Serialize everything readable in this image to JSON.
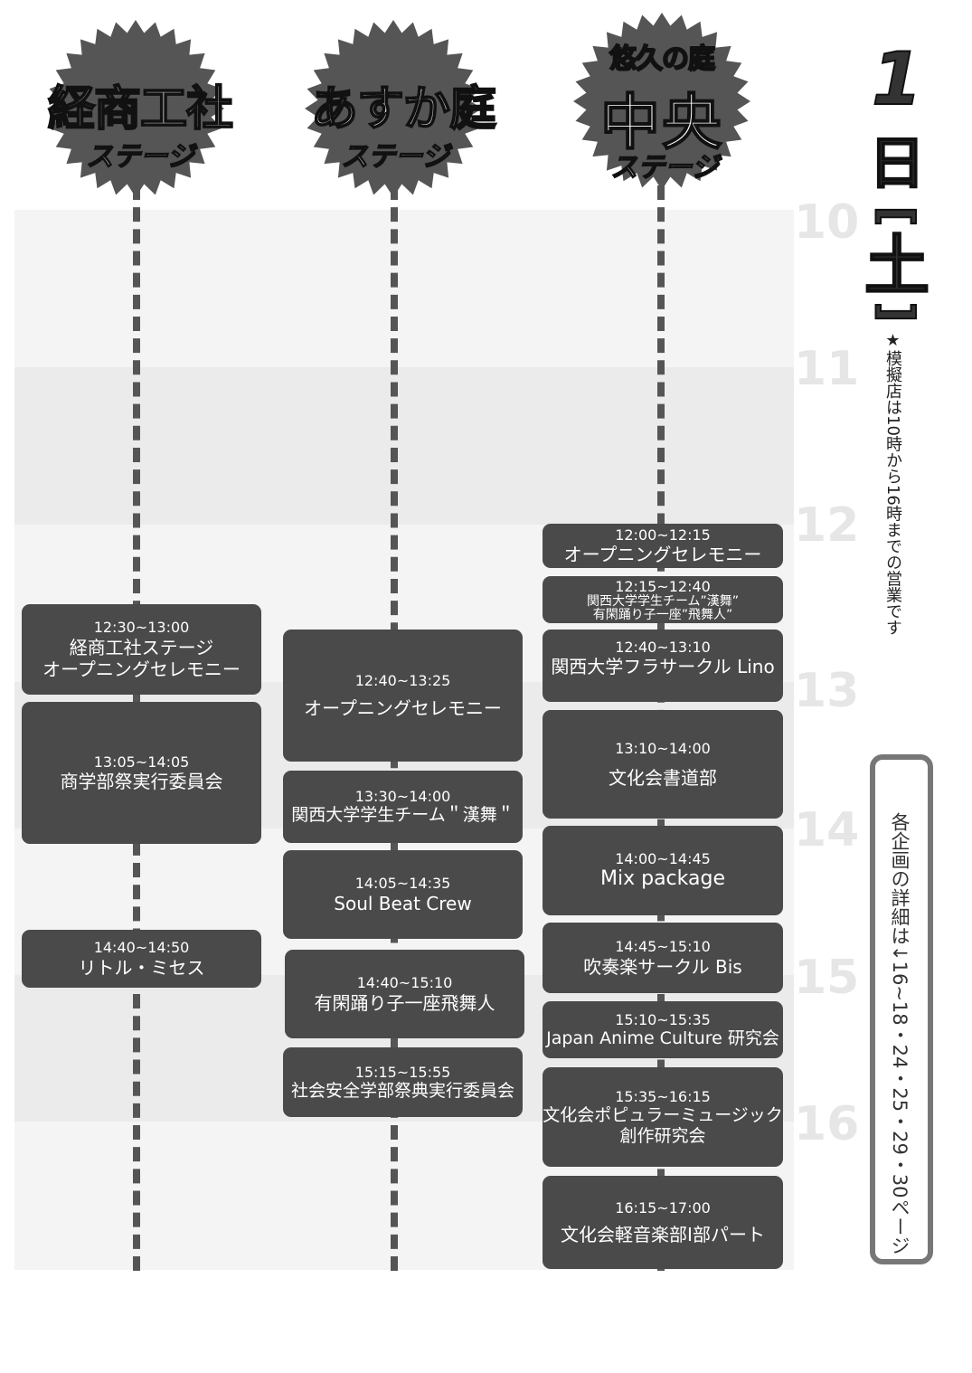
{
  "stages": [
    {
      "title": "経商工社",
      "subtitle": "ステージ"
    },
    {
      "title": "あすか庭",
      "subtitle": "ステージ"
    },
    {
      "prefix": "悠久の庭",
      "title": "中央",
      "subtitle": "ステージ"
    }
  ],
  "hours": [
    "10",
    "11",
    "12",
    "13",
    "14",
    "15",
    "16"
  ],
  "day": {
    "number": "1",
    "kanji": "日",
    "bracket_open": "[",
    "weekday": "土",
    "bracket_close": "]"
  },
  "notice": "★模擬店は10時から16時までの営業です",
  "info": "各企画の詳細は↓16~18・24・25・29・30ページ",
  "events": {
    "keisho": [
      {
        "time": "12:30~13:00",
        "name": "経商工社ステージ",
        "name2": "オープニングセレモニー"
      },
      {
        "time": "13:05~14:05",
        "name": "商学部祭実行委員会"
      },
      {
        "time": "14:40~14:50",
        "name": "リトル・ミセス"
      }
    ],
    "asuka": [
      {
        "time": "12:40~13:25",
        "name": "オープニングセレモニー"
      },
      {
        "time": "13:30~14:00",
        "name": "関西大学学生チーム＂漢舞＂"
      },
      {
        "time": "14:05~14:35",
        "name": "Soul Beat Crew"
      },
      {
        "time": "14:40~15:10",
        "name": "有閑踊り子一座飛舞人"
      },
      {
        "time": "15:15~15:55",
        "name": "社会安全学部祭典実行委員会"
      }
    ],
    "central": [
      {
        "time": "12:00~12:15",
        "name": "オープニングセレモニー"
      },
      {
        "time": "12:15~12:40",
        "name": "関西大学学生チーム”漢舞”",
        "name2": "有閑踊り子一座”飛舞人”"
      },
      {
        "time": "12:40~13:10",
        "name": "関西大学フラサークル Lino"
      },
      {
        "time": "13:10~14:00",
        "name": "文化会書道部"
      },
      {
        "time": "14:00~14:45",
        "name": "Mix package"
      },
      {
        "time": "14:45~15:10",
        "name": "吹奏楽サークル Bis"
      },
      {
        "time": "15:10~15:35",
        "name": "Japan Anime Culture 研究会"
      },
      {
        "time": "15:35~16:15",
        "name": "文化会ポピュラーミュージック",
        "name2": "創作研究会"
      },
      {
        "time": "16:15~17:00",
        "name": "文化会軽音楽部Ⅰ部パート"
      }
    ]
  }
}
